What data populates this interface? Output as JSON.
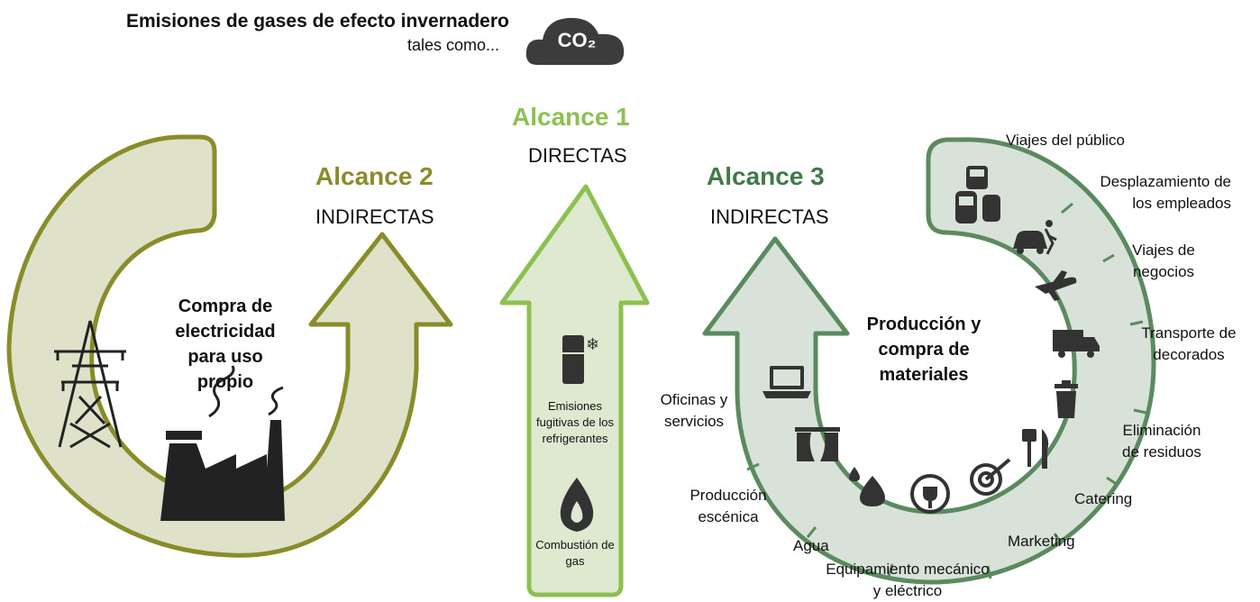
{
  "header": {
    "title": "Emisiones de gases de efecto invernadero",
    "subtitle": "tales como...",
    "cloud_label": "CO₂"
  },
  "scope2": {
    "title": "Alcance 2",
    "type": "INDIRECTAS",
    "center_label": "Compra de electricidad para uso propio",
    "color": "#8a8c2a",
    "fill": "#dfe1c8"
  },
  "scope1": {
    "title": "Alcance 1",
    "type": "DIRECTAS",
    "item1": "Emisiones fugitivas de los refrigerantes",
    "item2": "Combustión de gas",
    "color": "#8cc152",
    "fill": "#dfe9cf"
  },
  "scope3": {
    "title": "Alcance 3",
    "type": "INDIRECTAS",
    "center_label": "Producción y compra de materiales",
    "color": "#5a8a5e",
    "fill": "#d8e2d9",
    "categories": [
      "Viajes del público",
      "Desplazamiento de los empleados",
      "Viajes de negocios",
      "Transporte de decorados",
      "Eliminación de residuos",
      "Catering",
      "Marketing",
      "Equipamiento mecánico y eléctrico",
      "Agua",
      "Producción escénica",
      "Oficinas y servicios"
    ]
  }
}
